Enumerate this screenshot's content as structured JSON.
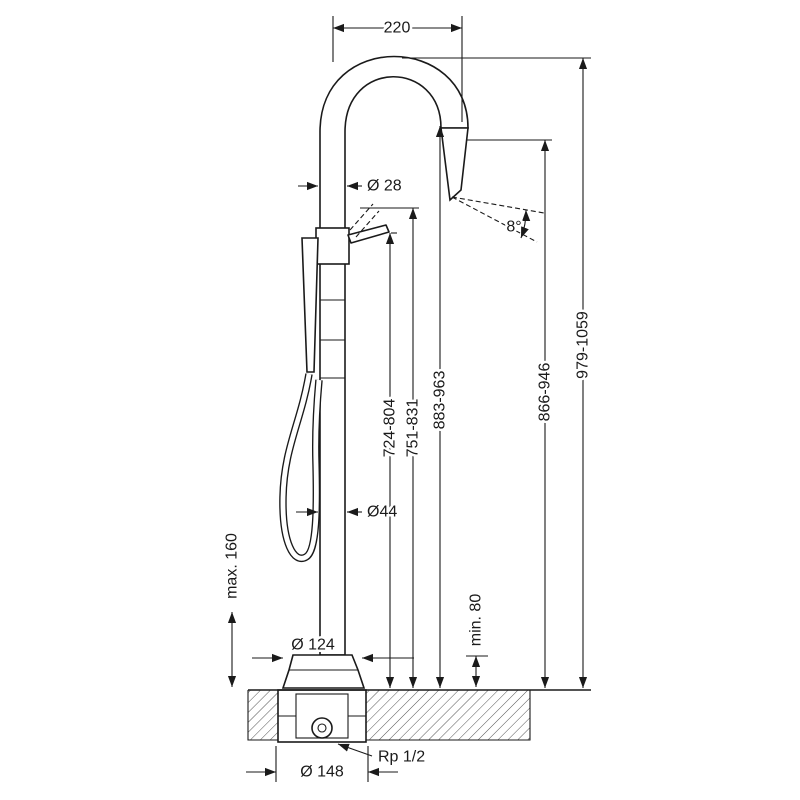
{
  "diagram": {
    "type": "technical-dimension-drawing",
    "subject": "Freestanding bathtub mixer with hand shower, installation dimensions in mm",
    "background_color": "#ffffff",
    "line_color": "#1a1a1a",
    "labels": {
      "spout_reach": "220",
      "spout_pipe_diameter": "Ø 28",
      "spout_angle": "8°",
      "handle_height": "724-804",
      "handle_raised_height": "751-831",
      "spout_outlet_height": "883-963",
      "spout_underside_height": "866-946",
      "total_height": "979-1059",
      "column_diameter": "Ø44",
      "max_floor_thickness": "max. 160",
      "base_plate_diameter": "Ø 124",
      "min_floor_thickness": "min. 80",
      "connection_thread": "Rp 1/2",
      "rough_in_diameter": "Ø 148"
    }
  }
}
